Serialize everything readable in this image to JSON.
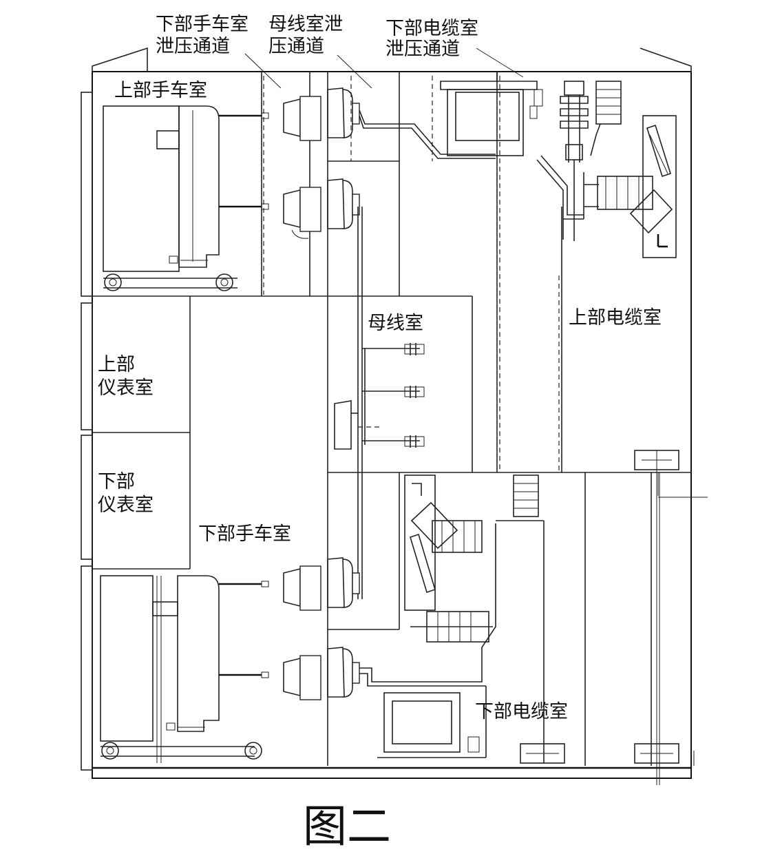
{
  "labels": {
    "lower_cart_vent_1": "下部手车室",
    "lower_cart_vent_2": "泄压通道",
    "busbar_vent_1": "母线室泄",
    "busbar_vent_2": "压通道",
    "lower_cable_vent_1": "下部电缆室",
    "lower_cable_vent_2": "泄压通道",
    "upper_cart_room": "上部手车室",
    "upper_meter_room_1": "上部",
    "upper_meter_room_2": "仪表室",
    "lower_meter_room_1": "下部",
    "lower_meter_room_2": "仪表室",
    "lower_cart_room": "下部手车室",
    "busbar_room": "母线室",
    "upper_cable_room": "上部电缆室",
    "lower_cable_room": "下部电缆室"
  },
  "caption": "图二"
}
